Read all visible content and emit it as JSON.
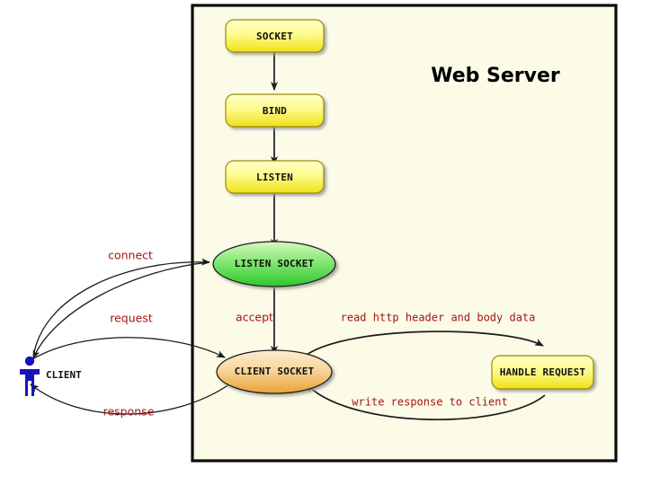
{
  "diagram": {
    "title": "Web Server",
    "frame": {
      "label": "web-server-boundary",
      "fill": "#FBFBE8",
      "border": "#0c0c0c"
    },
    "nodes": [
      {
        "id": "socket",
        "label": "SOCKET",
        "shape": "rounded-rect",
        "fill_top": "#FFFFAF",
        "fill_bottom": "#F0E01A",
        "stroke": "#9A8C00"
      },
      {
        "id": "bind",
        "label": "BIND",
        "shape": "rounded-rect",
        "fill_top": "#FFFFAF",
        "fill_bottom": "#F0E01A",
        "stroke": "#9A8C00"
      },
      {
        "id": "listen",
        "label": "LISTEN",
        "shape": "rounded-rect",
        "fill_top": "#FFFFAF",
        "fill_bottom": "#F0E01A",
        "stroke": "#9A8C00"
      },
      {
        "id": "listen_socket",
        "label": "LISTEN SOCKET",
        "shape": "ellipse",
        "fill_top": "#CCF5B0",
        "fill_bottom": "#3DD13D",
        "stroke": "#1a1a1a"
      },
      {
        "id": "client_socket",
        "label": "CLIENT SOCKET",
        "shape": "ellipse",
        "fill_top": "#FBEBC8",
        "fill_bottom": "#EFA83C",
        "stroke": "#1a1a1a"
      },
      {
        "id": "handle_request",
        "label": "HANDLE REQUEST",
        "shape": "rounded-rect",
        "fill_top": "#FFFFAF",
        "fill_bottom": "#F0E01A",
        "stroke": "#9A8C00"
      }
    ],
    "actor": {
      "id": "client",
      "label": "CLIENT",
      "color": "#1414BE"
    },
    "edges": [
      {
        "id": "socket-bind",
        "label": "",
        "from": "socket",
        "to": "bind"
      },
      {
        "id": "bind-listen",
        "label": "",
        "from": "bind",
        "to": "listen"
      },
      {
        "id": "listen-listen_socket",
        "label": "",
        "from": "listen",
        "to": "listen_socket"
      },
      {
        "id": "client-listen_socket",
        "label": "connect",
        "from": "client",
        "to": "listen_socket"
      },
      {
        "id": "listen_socket-client_socket",
        "label": "accept",
        "from": "listen_socket",
        "to": "client_socket"
      },
      {
        "id": "client-client_socket",
        "label": "request",
        "from": "client",
        "to": "client_socket"
      },
      {
        "id": "client_socket-handle_request",
        "label": "read http header and body data",
        "from": "client_socket",
        "to": "handle_request"
      },
      {
        "id": "handle_request-client_socket",
        "label": "write response to client",
        "from": "handle_request",
        "to": "client_socket"
      },
      {
        "id": "client_socket-client",
        "label": "response",
        "from": "client_socket",
        "to": "client"
      }
    ],
    "edge_label_color": "#A51515"
  }
}
